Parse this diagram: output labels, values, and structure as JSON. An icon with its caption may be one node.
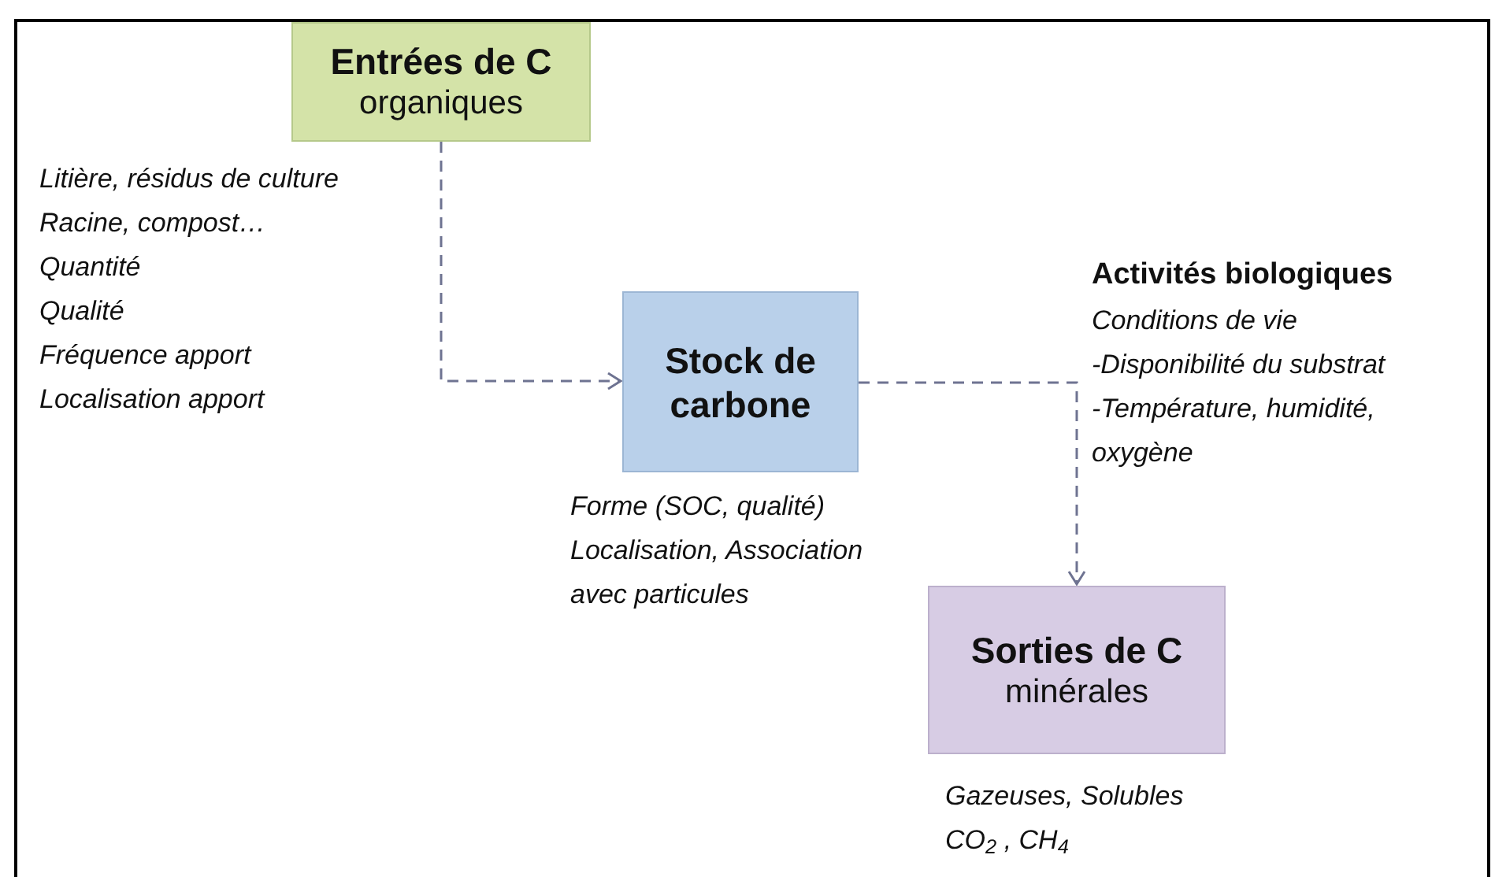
{
  "diagram": {
    "nodes": [
      {
        "text": [
          "Entrées de C",
          "organiques"
        ],
        "beside": [
          "Litière, résidus de culture",
          "Racine, compost…",
          "Quantité",
          "Qualité",
          "Fréquence apport",
          "Localisation apport"
        ]
      },
      {
        "text": [
          "Stock de carbone"
        ]
      },
      {
        "text": [
          "Sorties de C",
          "minérales"
        ],
        "beside": [
          "Gazeuses, Solubles",
          "CO$_{2}$ , CH$_{4}$"
        ]
      }
    ],
    "edges": [
      {
        "from": 0,
        "to": 1,
        "arrow": "to",
        "style": "dashed"
      },
      {
        "from": 1,
        "to": 2,
        "arrow": "to",
        "style": "dashed"
      }
    ],
    "labels": [
      "Activités biologiques",
      "Conditions de vie",
      "-Disponibilité du substrat",
      "-Température, humidité, oxygène",
      "Forme (SOC, qualité)",
      "Localisation, Association avec particules"
    ]
  }
}
